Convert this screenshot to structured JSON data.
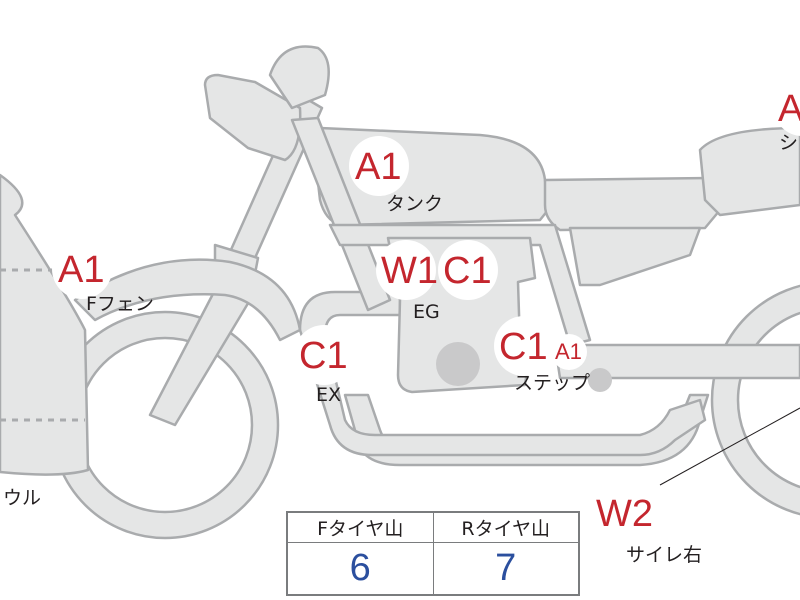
{
  "marks": [
    {
      "id": "fender-front",
      "grade": "A1",
      "label": "Fフェン"
    },
    {
      "id": "tank",
      "grade": "A1",
      "label": "タンク"
    },
    {
      "id": "engine",
      "grades": [
        "W1",
        "C1"
      ],
      "label": "EG"
    },
    {
      "id": "exhaust",
      "grade": "C1",
      "label": "EX"
    },
    {
      "id": "step",
      "grades": [
        "C1",
        "A1"
      ],
      "label": "ステップ"
    },
    {
      "id": "seat",
      "grade": "A",
      "label": "シ"
    },
    {
      "id": "silencer-right",
      "grade": "W2",
      "label": "サイレ右"
    },
    {
      "id": "cowl",
      "label": "ウル"
    }
  ],
  "tires": {
    "headers": [
      "Fタイヤ山",
      "Rタイヤ山"
    ],
    "values": [
      "6",
      "7"
    ]
  },
  "colors": {
    "part_fill": "#e5e6e6",
    "part_stroke": "#a9abad",
    "grade_text": "#c4262e",
    "tire_value_text": "#2b4f9e"
  }
}
